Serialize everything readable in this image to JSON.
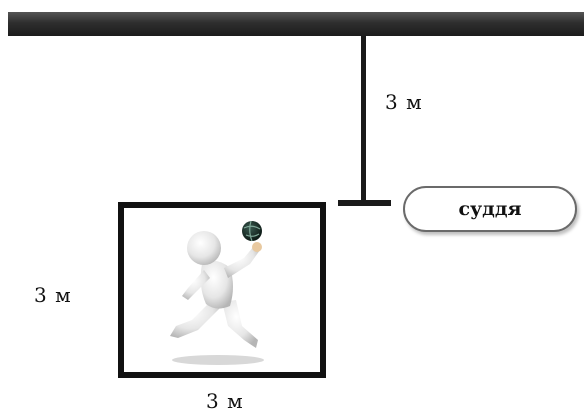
{
  "measurements": {
    "vertical_distance": "3 м",
    "square_side": "3 м",
    "square_bottom": "3 м"
  },
  "judge": {
    "label": "суддя"
  },
  "icons": {
    "person": "running-person-icon",
    "ball": "ball-icon"
  }
}
